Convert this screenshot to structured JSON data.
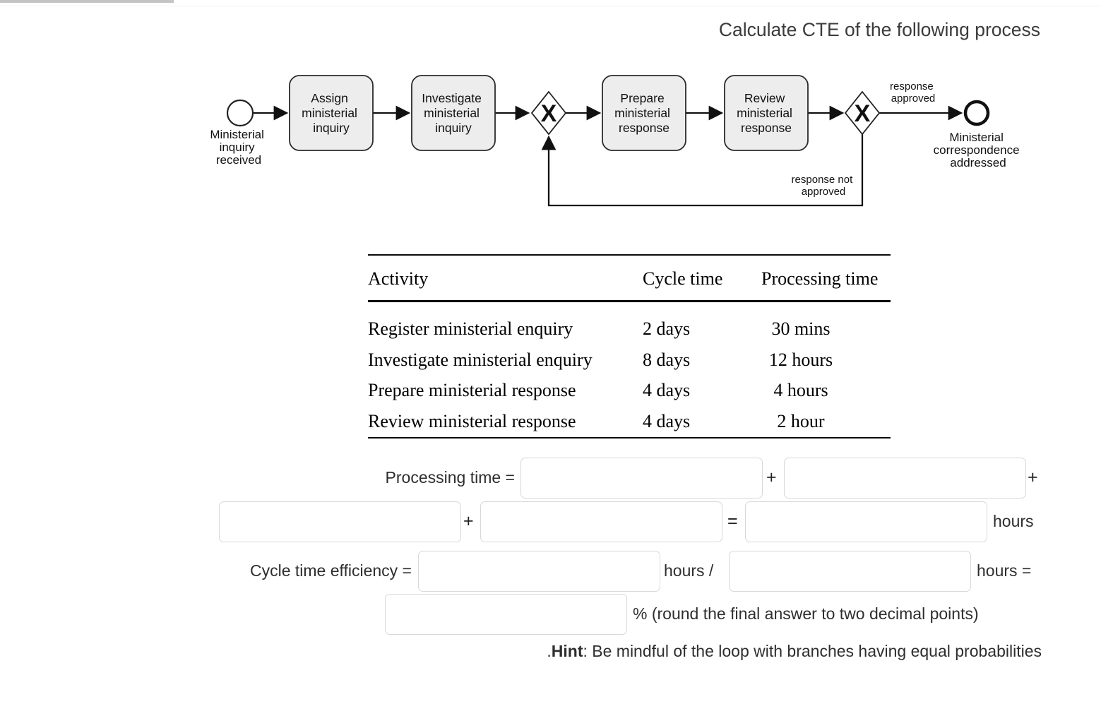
{
  "page": {
    "title": "Calculate CTE of the following process"
  },
  "colors": {
    "task_fill": "#ededed",
    "diagram_stroke": "#1a1a1a",
    "input_border": "#d8d8d8",
    "topbar": "#c4c4c4"
  },
  "diagram": {
    "start_event_label_lines": [
      "Ministerial",
      "inquiry",
      "received"
    ],
    "tasks": [
      {
        "lines": [
          "Assign",
          "ministerial",
          "inquiry"
        ]
      },
      {
        "lines": [
          "Investigate",
          "ministerial",
          "inquiry"
        ]
      },
      {
        "lines": [
          "Prepare",
          "ministerial",
          "response"
        ]
      },
      {
        "lines": [
          "Review",
          "ministerial",
          "response"
        ]
      }
    ],
    "gateway_symbol": "X",
    "end_event_label_lines": [
      "Ministerial",
      "correspondence",
      "addressed"
    ],
    "approved_label_lines": [
      "response",
      "approved"
    ],
    "not_approved_label_lines": [
      "response not",
      "approved"
    ]
  },
  "table": {
    "headers": [
      "Activity",
      "Cycle time",
      "Processing time"
    ],
    "rows": [
      {
        "activity": "Register ministerial enquiry",
        "cycle_time": "2 days",
        "processing_time": "30 mins"
      },
      {
        "activity": "Investigate ministerial enquiry",
        "cycle_time": "8 days",
        "processing_time": "12 hours"
      },
      {
        "activity": "Prepare ministerial response",
        "cycle_time": "4 days",
        "processing_time": "4 hours"
      },
      {
        "activity": "Review ministerial response",
        "cycle_time": "4 days",
        "processing_time": "2 hour"
      }
    ]
  },
  "form": {
    "row1": {
      "label": "Processing time =",
      "op1": "+",
      "op2": "+"
    },
    "row2": {
      "op1": "+",
      "eq": "=",
      "suffix": "hours"
    },
    "row3": {
      "label": "Cycle time efficiency =",
      "mid": "hours /",
      "suffix": "hours ="
    },
    "row4": {
      "suffix": "% (round the final answer to two decimal points)"
    },
    "hint": {
      "prefix": ".",
      "bold": "Hint",
      "rest": ": Be mindful of the loop with branches having equal probabilities"
    },
    "answer_inputs": [
      {
        "value": ""
      },
      {
        "value": ""
      },
      {
        "value": ""
      },
      {
        "value": ""
      },
      {
        "value": ""
      },
      {
        "value": ""
      },
      {
        "value": ""
      },
      {
        "value": ""
      }
    ]
  }
}
